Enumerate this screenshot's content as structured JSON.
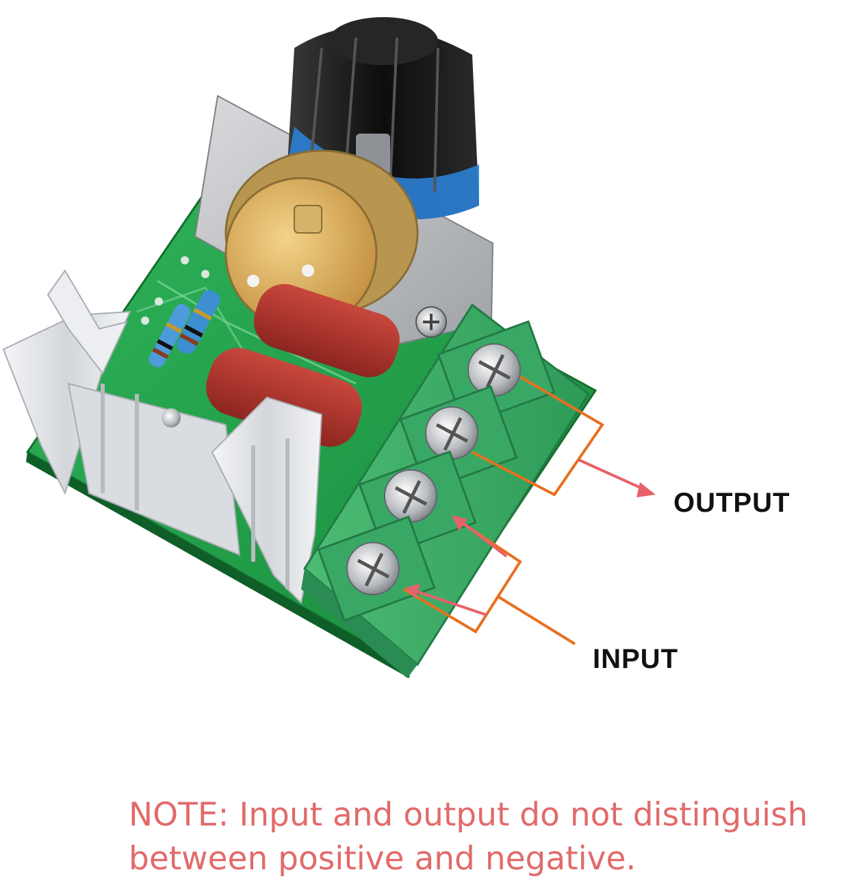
{
  "labels": {
    "output": "OUTPUT",
    "input": "INPUT"
  },
  "note": {
    "line1": "NOTE: Input and output do not distinguish",
    "line2": "between positive and negative."
  },
  "colors": {
    "pcb": "#1f9a45",
    "terminal_block": "#3fae68",
    "bracket_line": "#e8701f",
    "arrow": "#e8616a",
    "note_text": "#e26a6a",
    "capacitor": "#b1322a",
    "knob": "#1c1c1c",
    "knob_accent": "#2b7fd4",
    "heatsink": "#e4e6ea"
  }
}
